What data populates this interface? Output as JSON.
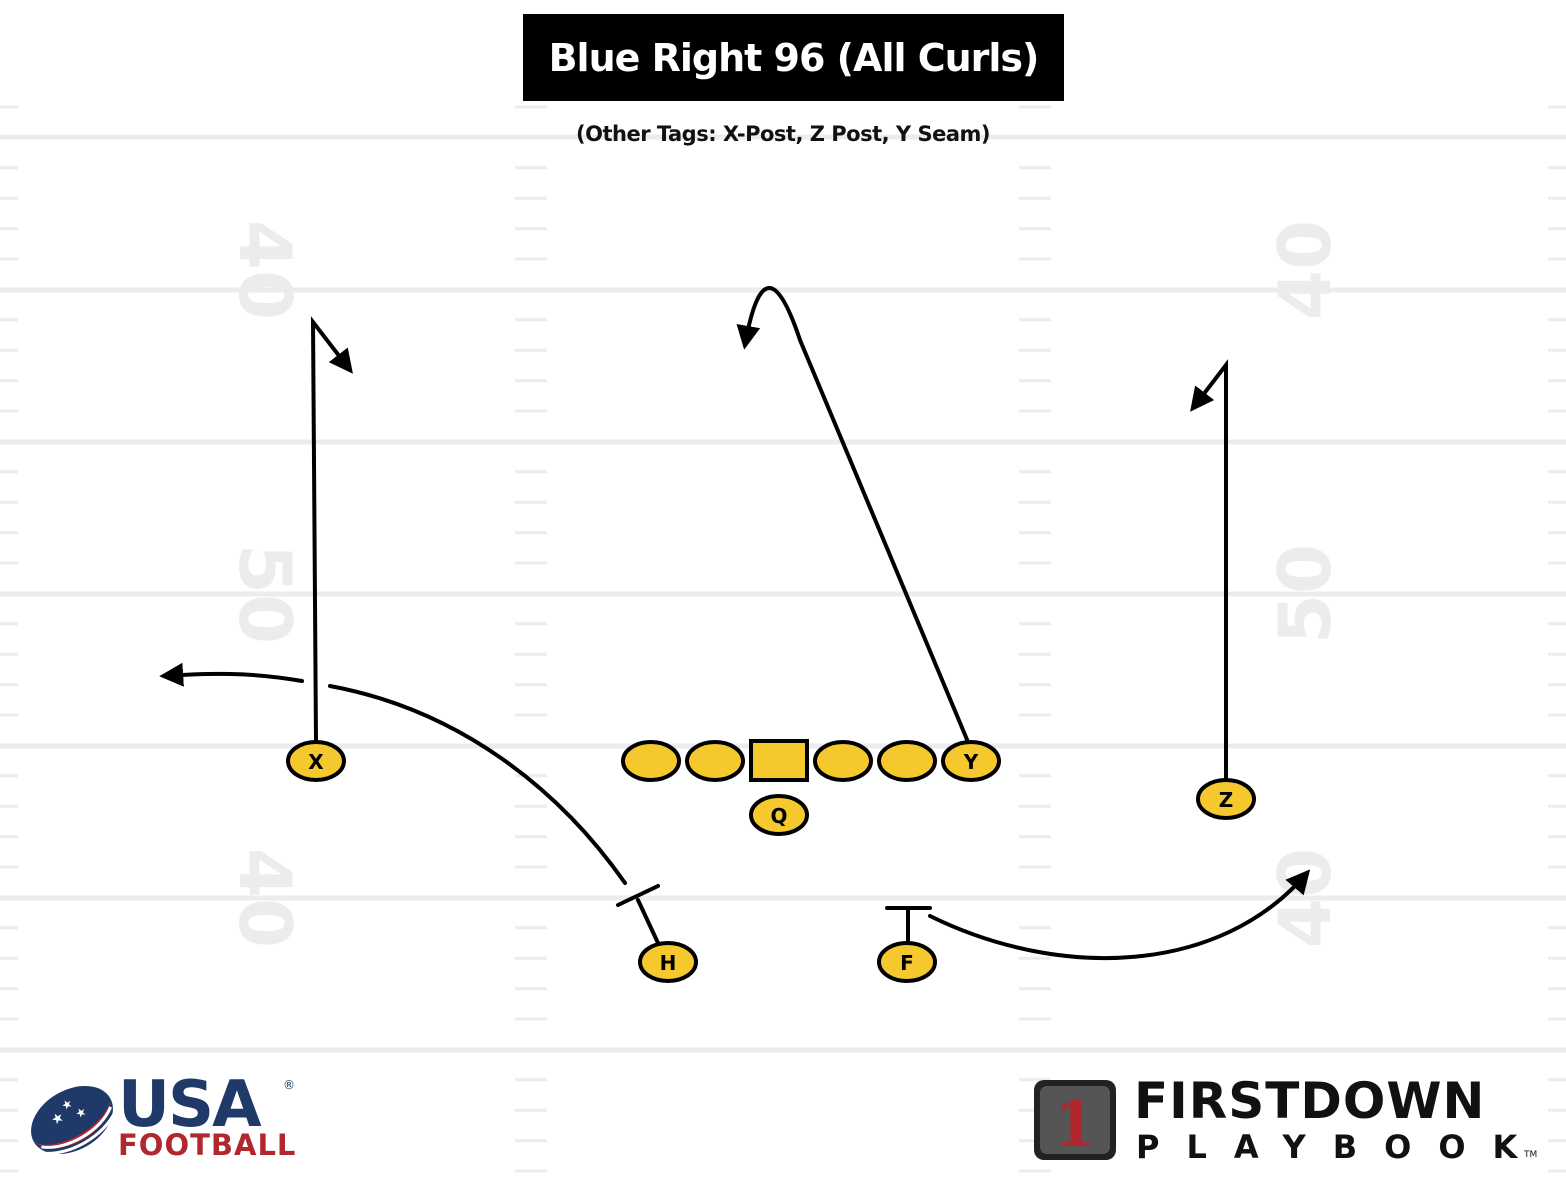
{
  "title": "Blue Right 96 (All Curls)",
  "subtitle": "(Other Tags: X-Post, Z Post, Y Seam)",
  "field": {
    "yard_numbers": [
      "40",
      "50",
      "40"
    ]
  },
  "players": {
    "X": "X",
    "Y": "Y",
    "Z": "Z",
    "Q": "Q",
    "H": "H",
    "F": "F"
  },
  "logos": {
    "usa_word": "USA",
    "usa_sub": "FOOTBALL",
    "fd_word": "FIRSTDOWN",
    "fd_sub": "PLAYBOOK",
    "fd_badge": "1"
  },
  "colors": {
    "player_fill": "#f5c82e",
    "title_bg": "#000000",
    "usa_blue": "#1f3a68",
    "usa_red": "#b0282e"
  }
}
